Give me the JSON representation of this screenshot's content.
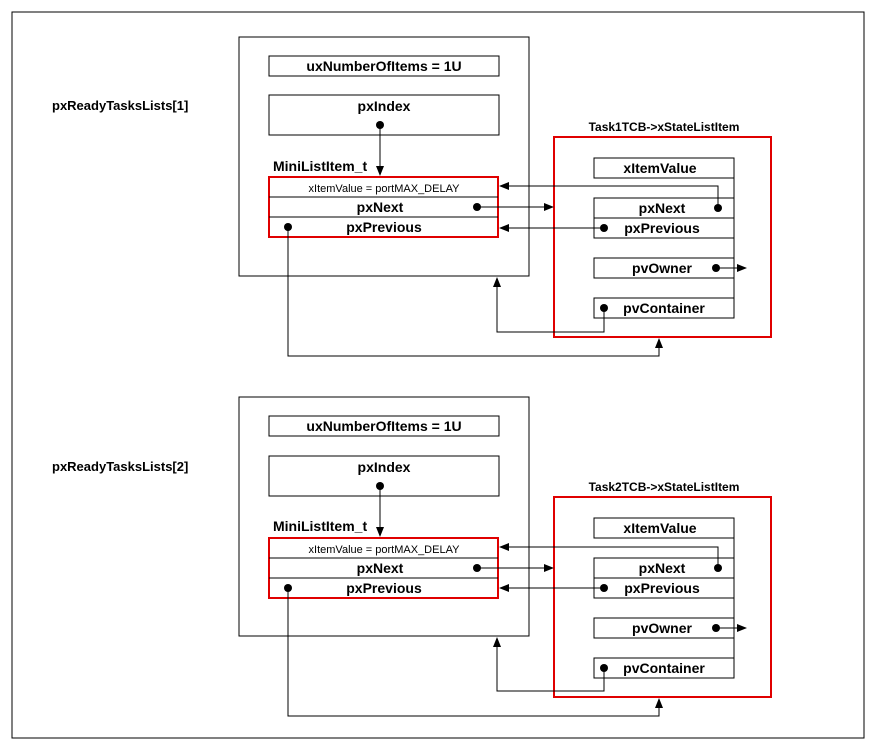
{
  "colors": {
    "highlight": "#e00000",
    "line": "#000000",
    "background": "#ffffff"
  },
  "lists": [
    {
      "list_label": "pxReadyTasksLists[1]",
      "ux_number_of_items": "uxNumberOfItems = 1U",
      "px_index": "pxIndex",
      "mini_list_item_label": "MiniListItem_t",
      "mini": {
        "item_value": "xItemValue = portMAX_DELAY",
        "next": "pxNext",
        "previous": "pxPrevious"
      },
      "task_title": "Task1TCB->xStateListItem",
      "task": {
        "item_value": "xItemValue",
        "next": "pxNext",
        "previous": "pxPrevious",
        "owner": "pvOwner",
        "container": "pvContainer"
      }
    },
    {
      "list_label": "pxReadyTasksLists[2]",
      "ux_number_of_items": "uxNumberOfItems = 1U",
      "px_index": "pxIndex",
      "mini_list_item_label": "MiniListItem_t",
      "mini": {
        "item_value": "xItemValue = portMAX_DELAY",
        "next": "pxNext",
        "previous": "pxPrevious"
      },
      "task_title": "Task2TCB->xStateListItem",
      "task": {
        "item_value": "xItemValue",
        "next": "pxNext",
        "previous": "pxPrevious",
        "owner": "pvOwner",
        "container": "pvContainer"
      }
    }
  ]
}
